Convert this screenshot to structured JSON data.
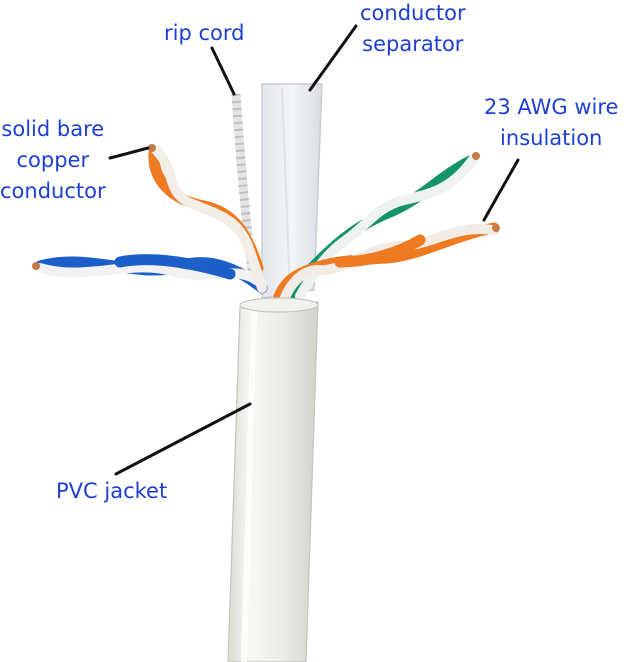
{
  "colors": {
    "label_text": "#1d3fd6",
    "leader_line": "#111111",
    "jacket": "#eeeeea",
    "blue": "#1c5fc9",
    "orange": "#ee7a22",
    "green": "#15936b",
    "copper": "#c57c46"
  },
  "labels": {
    "rip_cord": "rip cord",
    "conductor_separator": [
      "conductor",
      "separator"
    ],
    "solid_bare_copper_conductor": [
      "solid bare",
      "copper",
      "conductor"
    ],
    "awg_wire_insulation": [
      "23 AWG wire",
      "insulation"
    ],
    "pvc_jacket": "PVC jacket"
  }
}
